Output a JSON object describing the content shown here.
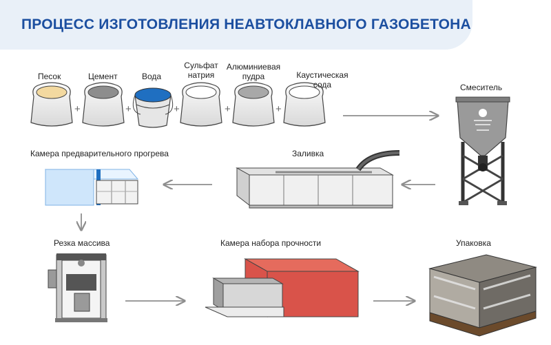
{
  "title": "ПРОЦЕСС ИЗГОТОВЛЕНИЯ НЕАВТОКЛАВНОГО ГАЗОБЕТОНА",
  "ingredients": {
    "sand": "Песок",
    "cement": "Цемент",
    "water": "Вода",
    "sulfate": "Сульфат натрия",
    "aluminum": "Алюминиевая пудра",
    "soda": "Каустическая сода"
  },
  "stages": {
    "mixer": "Смеситель",
    "pouring": "Заливка",
    "preheat": "Камера предварительного прогрева",
    "cutting": "Резка массива",
    "curing": "Камера набора прочности",
    "packing": "Упаковка"
  },
  "plus": "+",
  "colors": {
    "title": "#1c4fa0",
    "banner": "#e9f0f8",
    "water": "#1f6fc1",
    "curing_chamber": "#d9534a",
    "preheat_chamber": "#cfe6fb"
  }
}
